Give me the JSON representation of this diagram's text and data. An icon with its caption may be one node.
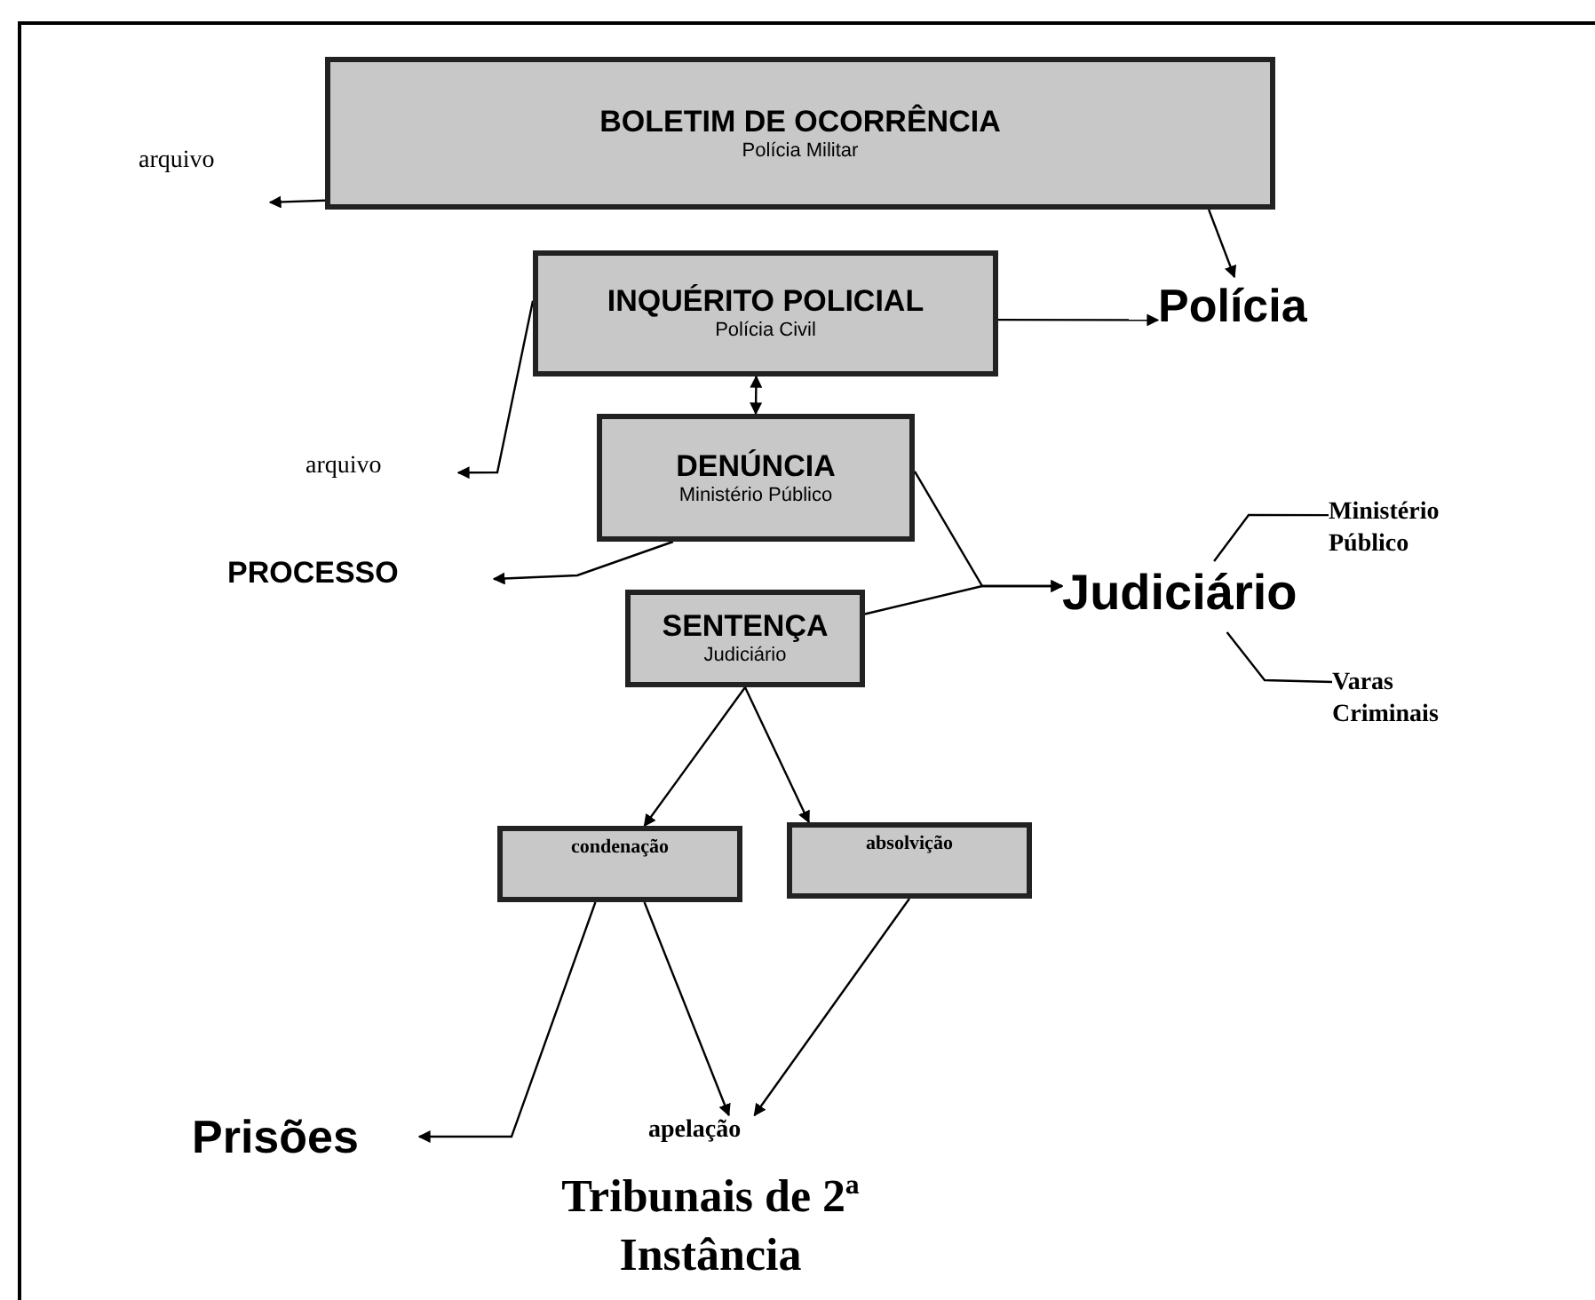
{
  "diagram": {
    "nodes": [
      {
        "text": [
          "BOLETIM DE OCORRÊNCIA",
          "Polícia Militar"
        ]
      },
      {
        "text": [
          "arquivo"
        ]
      },
      {
        "text": [
          "INQUÉRITO POLICIAL",
          "Polícia Civil"
        ]
      },
      {
        "text": [
          "Polícia"
        ]
      },
      {
        "text": [
          "arquivo"
        ]
      },
      {
        "text": [
          "DENÚNCIA",
          "Ministério Público"
        ]
      },
      {
        "text": [
          "PROCESSO"
        ]
      },
      {
        "text": [
          "Judiciário"
        ]
      },
      {
        "text": [
          "SENTENÇA",
          "Judiciário"
        ]
      },
      {
        "text": [
          "Ministério Público"
        ]
      },
      {
        "text": [
          "Varas Criminais"
        ]
      },
      {
        "text": [
          "condenação"
        ]
      },
      {
        "text": [
          "absolvição"
        ]
      },
      {
        "text": [
          "Prisões"
        ]
      },
      {
        "text": [
          "apelação"
        ]
      }
    ],
    "edges": [
      {
        "from": 0,
        "to": 1,
        "arrow": "to"
      },
      {
        "from": 0,
        "to": 3,
        "arrow": "to"
      },
      {
        "from": 2,
        "to": 3,
        "arrow": "to"
      },
      {
        "from": 2,
        "to": 4,
        "arrow": "to"
      },
      {
        "from": 2,
        "to": 5,
        "arrow": "both"
      },
      {
        "from": 5,
        "to": 6,
        "arrow": "to"
      },
      {
        "from": 5,
        "to": 7,
        "arrow": "to"
      },
      {
        "from": 8,
        "to": 7,
        "arrow": "to"
      },
      {
        "from": 7,
        "to": 9,
        "arrow": "none"
      },
      {
        "from": 7,
        "to": 10,
        "arrow": "none"
      },
      {
        "from": 8,
        "to": 11,
        "arrow": "to"
      },
      {
        "from": 8,
        "to": 12,
        "arrow": "to"
      },
      {
        "from": 11,
        "to": 13,
        "arrow": "to"
      },
      {
        "from": 11,
        "to": 14,
        "arrow": "to"
      },
      {
        "from": 12,
        "to": 14,
        "arrow": "to"
      }
    ],
    "labels": [
      "Tribunais de 2ª Instância"
    ]
  }
}
